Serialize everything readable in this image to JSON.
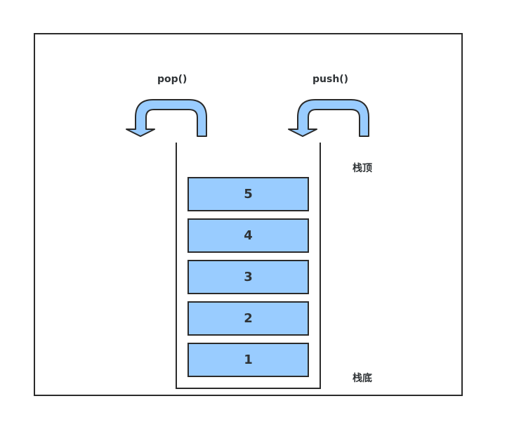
{
  "operations": {
    "pop_label": "pop()",
    "push_label": "push()"
  },
  "positions": {
    "top_label": "栈顶",
    "bottom_label": "栈底"
  },
  "stack": {
    "items": [
      "5",
      "4",
      "3",
      "2",
      "1"
    ]
  },
  "colors": {
    "box_fill": "#99ccff",
    "stroke": "#2b2b2b",
    "text": "#2f3336"
  }
}
